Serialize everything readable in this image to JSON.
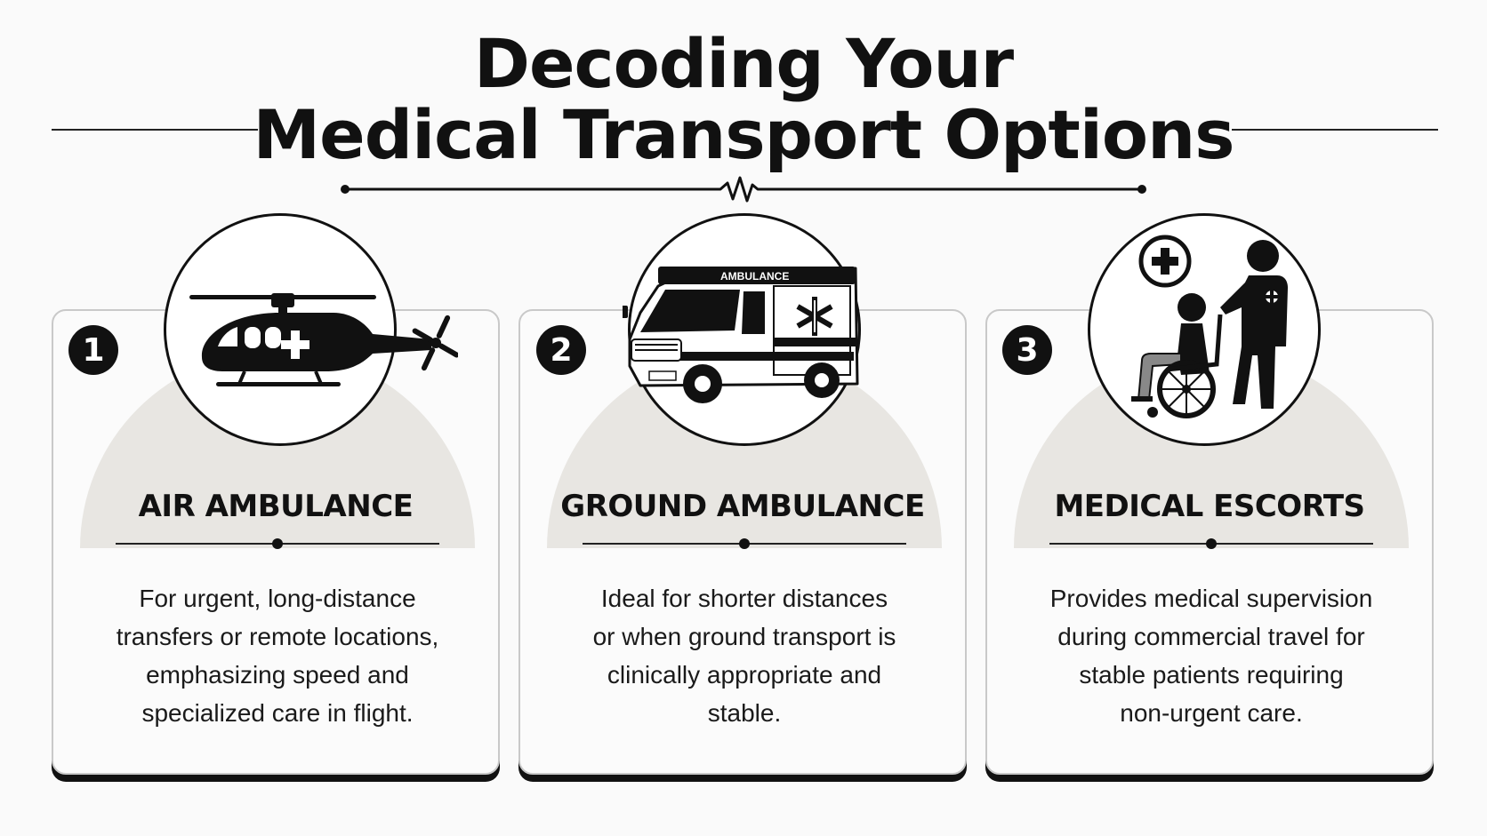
{
  "header": {
    "title_line1": "Decoding Your",
    "title_line2": "Medical Transport Options"
  },
  "cards": [
    {
      "number": "1",
      "title": "AIR AMBULANCE",
      "icon": "helicopter-icon",
      "desc_lines": [
        "For urgent, long-distance",
        "transfers or remote locations,",
        "emphasizing speed and",
        "specialized care in flight."
      ]
    },
    {
      "number": "2",
      "title": "GROUND AMBULANCE",
      "icon": "ambulance-icon",
      "vehicle_label": "AMBULANCE",
      "desc_lines": [
        "Ideal for shorter distances",
        "or when ground transport is",
        "clinically appropriate and",
        "stable."
      ]
    },
    {
      "number": "3",
      "title": "MEDICAL ESCORTS",
      "icon": "wheelchair-escort-icon",
      "desc_lines": [
        "Provides medical supervision",
        "during commercial travel for",
        "stable patients requiring",
        "non-urgent care."
      ]
    }
  ],
  "colors": {
    "ink": "#111111",
    "arch": "#e8e6e2",
    "card_border": "#c9c9c9",
    "background": "#fafafa"
  }
}
